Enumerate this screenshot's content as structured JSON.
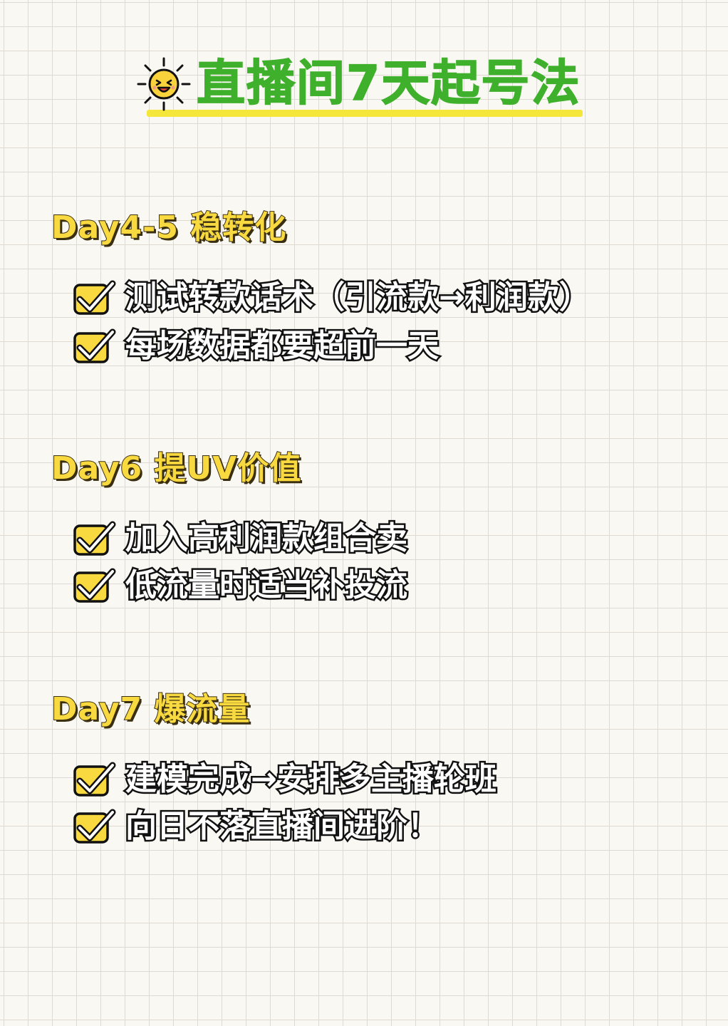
{
  "title": {
    "icon": "laughing-sun-icon",
    "text": "直播间7天起号法",
    "color": "#3fb02c",
    "underline_color": "#f4e63a"
  },
  "sections": [
    {
      "heading": "Day4-5 稳转化",
      "items": [
        "测试转款话术（引流款→利润款）",
        "每场数据都要超前一天"
      ]
    },
    {
      "heading": "Day6 提UV价值",
      "items": [
        "加入高利润款组合卖",
        "低流量时适当补投流"
      ]
    },
    {
      "heading": "Day7 爆流量",
      "items": [
        "建模完成→安排多主播轮班",
        "向日不落直播间进阶！"
      ]
    }
  ],
  "colors": {
    "heading_fill": "#f8d940",
    "checkbox_fill": "#f8d940",
    "outline": "#111111",
    "background": "#faf8f3",
    "grid": "#dedad2"
  },
  "icons": {
    "checkbox": "checked-box-icon"
  }
}
